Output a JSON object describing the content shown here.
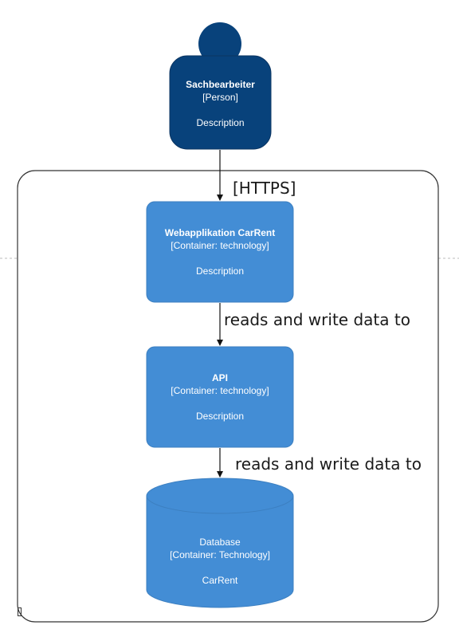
{
  "colors": {
    "person": "#08427b",
    "container": "#438dd5",
    "boundary_stroke": "#333333",
    "arrow": "#111111",
    "text_on_node": "#ffffff"
  },
  "person": {
    "icon": "person-icon",
    "name": "Sachbearbeiter",
    "type": "[Person]",
    "description": "Description"
  },
  "webapp": {
    "name": "Webapplikation CarRent",
    "type": "[Container: technology]",
    "description": "Description"
  },
  "api": {
    "name": "API",
    "type": "[Container: technology]",
    "description": "Description"
  },
  "database": {
    "name": "Database",
    "type": "[Container: Technology]",
    "description": "CarRent"
  },
  "edges": {
    "person_to_webapp": "[HTTPS]",
    "webapp_to_api": "reads and write data to",
    "api_to_database": "reads and write data to"
  }
}
